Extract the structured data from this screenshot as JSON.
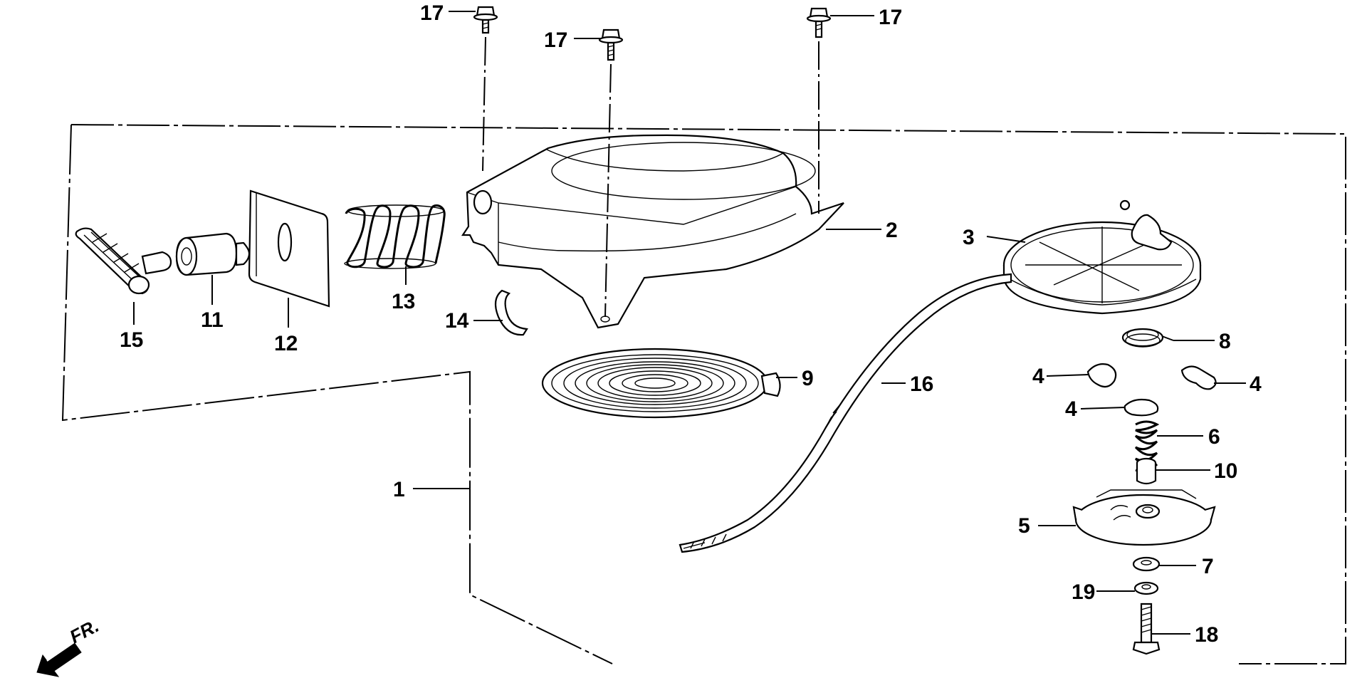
{
  "callouts": [
    {
      "id": "c1",
      "text": "1"
    },
    {
      "id": "c2",
      "text": "2"
    },
    {
      "id": "c3",
      "text": "3"
    },
    {
      "id": "c4a",
      "text": "4"
    },
    {
      "id": "c4b",
      "text": "4"
    },
    {
      "id": "c4c",
      "text": "4"
    },
    {
      "id": "c5",
      "text": "5"
    },
    {
      "id": "c6",
      "text": "6"
    },
    {
      "id": "c7",
      "text": "7"
    },
    {
      "id": "c8",
      "text": "8"
    },
    {
      "id": "c9",
      "text": "9"
    },
    {
      "id": "c10",
      "text": "10"
    },
    {
      "id": "c11",
      "text": "11"
    },
    {
      "id": "c12",
      "text": "12"
    },
    {
      "id": "c13",
      "text": "13"
    },
    {
      "id": "c14",
      "text": "14"
    },
    {
      "id": "c15",
      "text": "15"
    },
    {
      "id": "c16",
      "text": "16"
    },
    {
      "id": "c17a",
      "text": "17"
    },
    {
      "id": "c17b",
      "text": "17"
    },
    {
      "id": "c17c",
      "text": "17"
    },
    {
      "id": "c18",
      "text": "18"
    },
    {
      "id": "c19",
      "text": "19"
    }
  ],
  "direction_marker": {
    "text": "FR.",
    "icon": "front-direction-arrow-icon"
  },
  "colors": {
    "ink": "#000000",
    "paper": "#ffffff"
  }
}
